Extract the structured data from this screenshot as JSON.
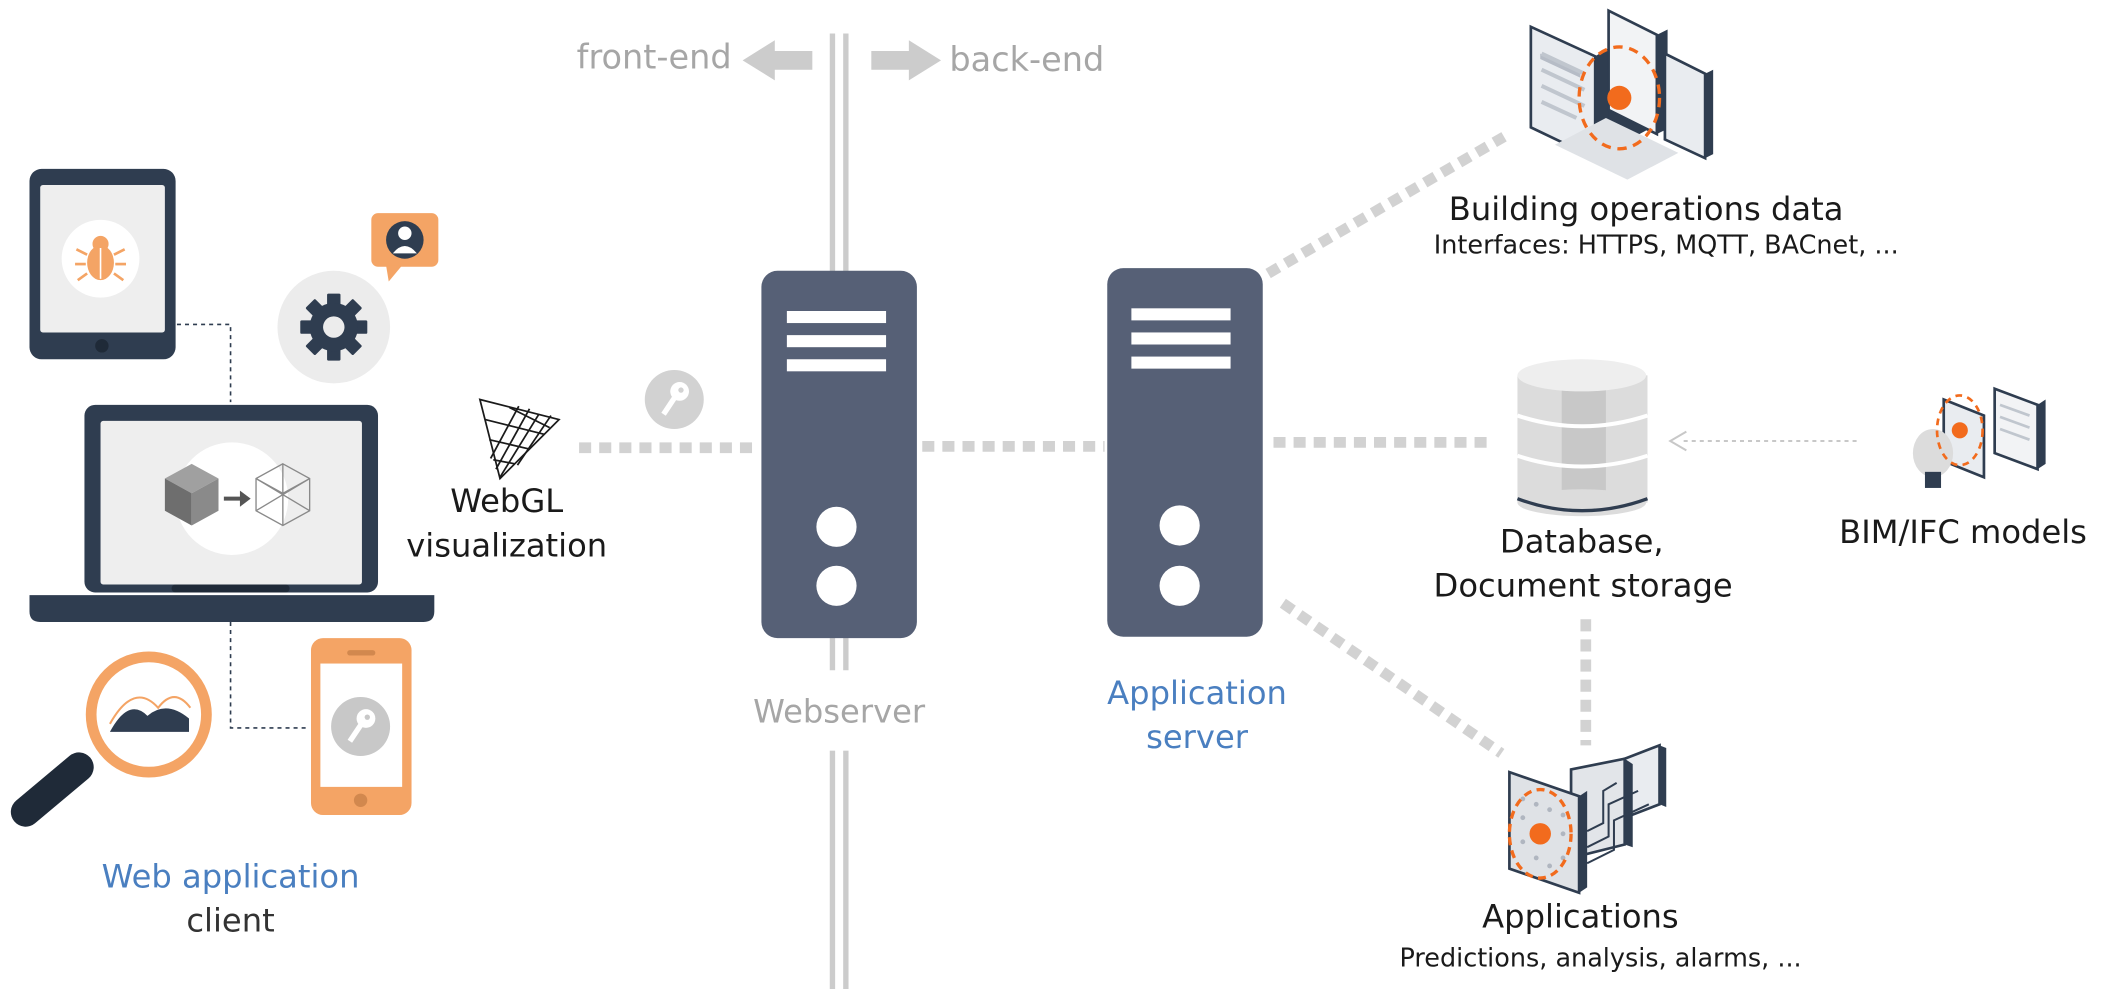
{
  "divider": {
    "front_label": "front-end",
    "back_label": "back-end"
  },
  "client": {
    "title": "Web application",
    "subtitle": "client"
  },
  "webgl": {
    "line1": "WebGL",
    "line2": "visualization"
  },
  "webserver": {
    "label": "Webserver"
  },
  "app_server": {
    "line1": "Application",
    "line2": "server"
  },
  "building_ops": {
    "title": "Building operations data",
    "subtitle": "Interfaces: HTTPS, MQTT, BACnet, ..."
  },
  "database": {
    "line1": "Database,",
    "line2": "Document storage"
  },
  "bim": {
    "label": "BIM/IFC models"
  },
  "applications": {
    "title": "Applications",
    "subtitle": "Predictions, analysis, alarms, ..."
  },
  "colors": {
    "server": "#566076",
    "dark_navy": "#2f3d50",
    "orange": "#f4a465",
    "accent_orange": "#f26b1d",
    "light_grey": "#cccccc",
    "label_blue": "#4a7fc0"
  }
}
